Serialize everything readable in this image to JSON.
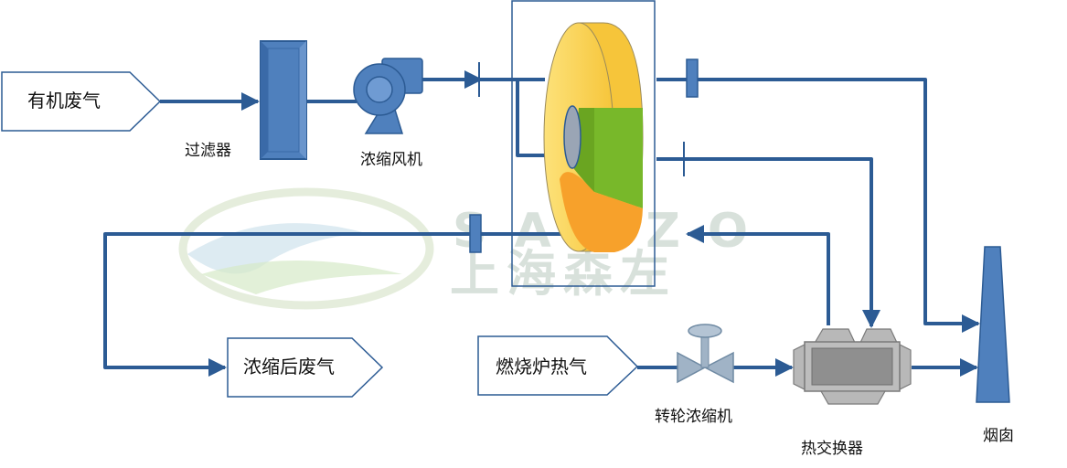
{
  "inputs": {
    "organic_exhaust": "有机废气",
    "concentrated_exhaust": "浓缩后废气",
    "burner_hot_gas": "燃烧炉热气"
  },
  "components": {
    "filter": "过滤器",
    "concentration_fan": "浓缩风机",
    "rotor_concentrator": "转轮浓缩机",
    "heat_exchanger": "热交换器",
    "chimney": "烟囱"
  },
  "watermark": {
    "latin": "SANZO",
    "chinese": "上海森左"
  },
  "colors": {
    "pipe": "#2c5b94",
    "component_blue": "#4f80bd",
    "rotor_yellow": "#fcd24a",
    "rotor_green": "#78b82a",
    "rotor_orange": "#f7a12b",
    "exchanger_gray": "#a8a8a8"
  }
}
